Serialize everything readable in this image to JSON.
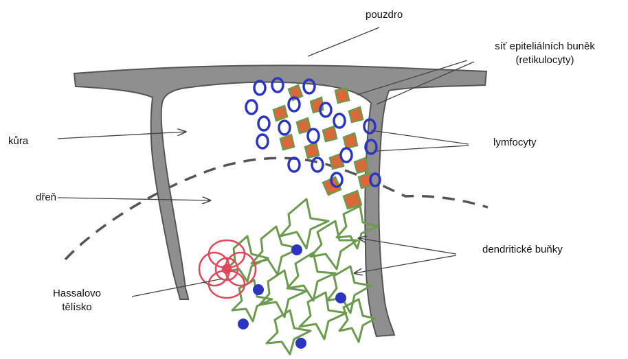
{
  "labels": {
    "pouzdro": "pouzdro",
    "sit_line1": "síť epiteliálních buněk",
    "sit_line2": "(retikulocyty)",
    "kura": "kůra",
    "lymfocyty": "lymfocyty",
    "dren": "dřeň",
    "dendriticke": "dendritické buňky",
    "hassal_line1": "Hassalovo",
    "hassal_line2": "tělísko"
  },
  "colors": {
    "capsule": "#8f8f8f",
    "capsule_stroke": "#555555",
    "lymphocyte": "#2b35c2",
    "epithelial": "#d9683a",
    "dendritic": "#6c9a4e",
    "hassall": "#e0475a",
    "leader_line": "#444444"
  }
}
